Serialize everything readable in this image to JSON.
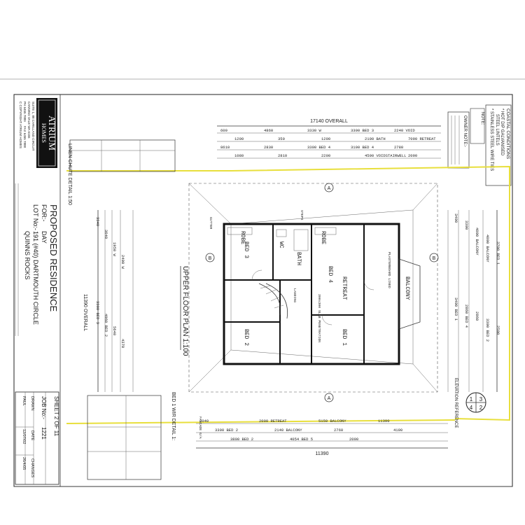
{
  "title_block": {
    "brand_line1": "ATRIUM",
    "brand_line2": "HOMES",
    "address_line1": "SUITE 1, 88 CARILLAND CIRCUIT",
    "address_line2": "CANNING VALE WA 6155",
    "phone": "PH 6455 7889",
    "fax": "FAX 6455 7888",
    "copyright": "C COPYRIGHT ATRIUM HOMES",
    "project_title": "PROPOSED RESIDENCE",
    "for_label": "FOR:-",
    "client": "DAY",
    "lot_label": "LOT No:-",
    "lot_value": "191 (#40) DARTMOUTH CIRCLE",
    "suburb": "QUINNS ROCKS",
    "sheet": "SHEET 2 OF 11",
    "job_label": "JOB No:-",
    "job_value": "1221",
    "drawn_label": "DRAWN",
    "date_label": "DATE",
    "changes_label": "CHANGES",
    "drawn_by": "PAUL",
    "date_value": "12/07/02",
    "changes_value": "26/4/05"
  },
  "notes": {
    "owner_note_title": "OWNER NOTE:-",
    "note_title": "NOTE:",
    "coastal_title": "COASTAL CONDITIONS",
    "coastal_line1": "* HOT DIP GALVANISED",
    "coastal_line2": "STEEL LINTELS",
    "coastal_line3": "* STAINLESS STEEL WIRE TIES"
  },
  "plan": {
    "main_title": "UPPER FLOOR PLAN 1:100",
    "linen_detail": "LINEN CHUTE DETAIL 1:50",
    "bed1_detail": "BED 1 WIR DETAIL 1:",
    "elevation_ref": "ELEVATION REFERENCE",
    "elev_numbers": [
      "3",
      "1",
      "2",
      "4"
    ],
    "overall_top": "17140 OVERALL",
    "overall_left": "11390 OVERALL",
    "overall_bottom": "11390",
    "section_markers": [
      "A",
      "A",
      "B",
      "B"
    ],
    "rooms": [
      {
        "name": "BED 4"
      },
      {
        "name": "BED 3"
      },
      {
        "name": "BATH"
      },
      {
        "name": "WC"
      },
      {
        "name": "ROBE"
      },
      {
        "name": "ROBE"
      },
      {
        "name": "RETREAT"
      },
      {
        "name": "BALCONY"
      },
      {
        "name": "BED 2"
      },
      {
        "name": "BED 1"
      }
    ],
    "top_dims": [
      "600",
      "1200",
      "8610",
      "1080",
      "4860",
      "350",
      "2830",
      "2810",
      "3330 W",
      "1200",
      "3300 BED 4",
      "2200",
      "3300 BED 3",
      "2100 BATH",
      "3100 BED 4",
      "4590 VOIDSTAIRWELL",
      "2240 VOID",
      "7090 RETREAT",
      "2780",
      "2090"
    ],
    "bottom_dims": [
      "2040",
      "3300 BED 2",
      "3800 BED 2",
      "2000 RETREAT",
      "2140 BALCONY",
      "4054 BED 5",
      "5150 BALCONY",
      "2760",
      "2090",
      "11390",
      "4190"
    ],
    "right_dims": [
      "3400",
      "3300",
      "4000 BALCONY",
      "4000 BALCONY",
      "3700 BED 1",
      "3400 BED 1",
      "2860 BED 4",
      "2860",
      "3300 BED 2",
      "2500"
    ],
    "left_dims": [
      "3340",
      "3640",
      "1950 W",
      "2400 W",
      "3300 BED 3",
      "4960 BED 2",
      "5640",
      "4370"
    ],
    "labels": [
      "FASCADE G/A",
      "PLASTERBOARD LINED",
      "300x300 SLAB PENETRATION",
      "GUTTER",
      "LANDING",
      "STEPS"
    ]
  }
}
